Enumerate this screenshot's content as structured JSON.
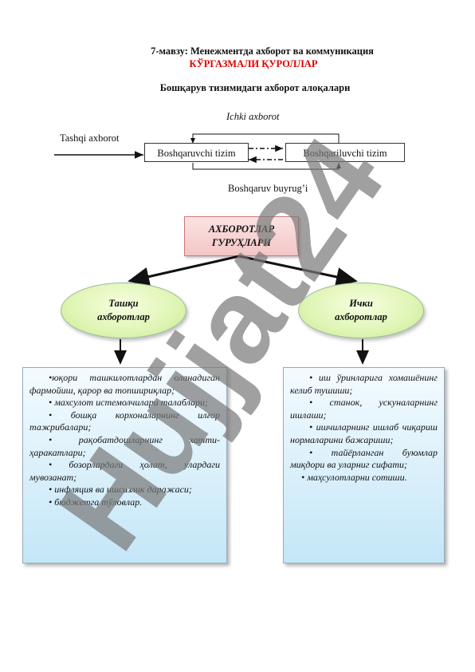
{
  "header": {
    "title": "7-мавзу: Менежментда ахборот ва коммуникация",
    "subtitle": "КЎРГАЗМАЛИ ҚУРОЛЛАР",
    "diagram_title": "Бошқарув тизимидаги ахборот алоқалари"
  },
  "flow": {
    "internal_label": "Ichki axborot",
    "external_label": "Tashqi axborot",
    "managing_system": "Boshqaruvchi tizim",
    "managed_system": "Boshqariluvchi tizim",
    "command_label": "Boshqaruv buyrug’i"
  },
  "groups": {
    "line1": "АХБОРОТЛАР",
    "line2": "ГУРУҲЛАРИ"
  },
  "external": {
    "line1": "Ташқи",
    "line2": "ахборотлар",
    "items": [
      "•юқори ташкилотлардан оланадиган фармойиш, қарор ва топшириқлар;",
      "• махсулот истемолчилари талаблари;",
      "• бошқа корхоналарнинг илғор тажрибалари;",
      "• рақобатдошларнинг хатти-ҳаракатлари;",
      "• бозорлардаги ҳолат, улардаги мувозанат;",
      "• инфляция ва ишсизлик даражаси;",
      "• бюджетга тўловлар."
    ]
  },
  "internal": {
    "line1": "Ички",
    "line2": "ахборотлар",
    "items": [
      "• иш ўринларига хомашёнинг келиб тушиши;",
      "• станок, ускуналарнинг ишлаши;",
      "• ишчиларнинг ишлаб чиқариш нормаларини бажариши;",
      "• тайёрланган буюмлар миқдори ва уларниг сифати;",
      "• маҳсулотларни сотиши."
    ]
  },
  "watermark": {
    "text": "Hujjat24"
  }
}
